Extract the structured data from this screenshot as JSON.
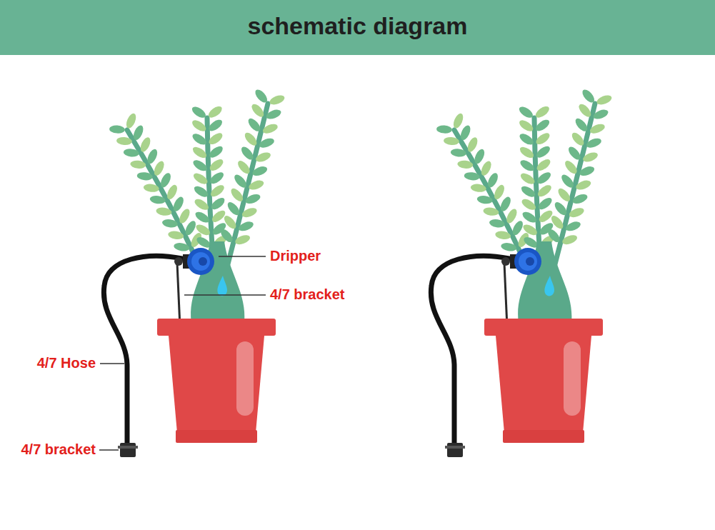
{
  "diagram": {
    "title": "schematic diagram",
    "labels": [
      "Dripper",
      "4/7 bracket",
      "4/7 Hose",
      "4/7 bracket"
    ]
  }
}
